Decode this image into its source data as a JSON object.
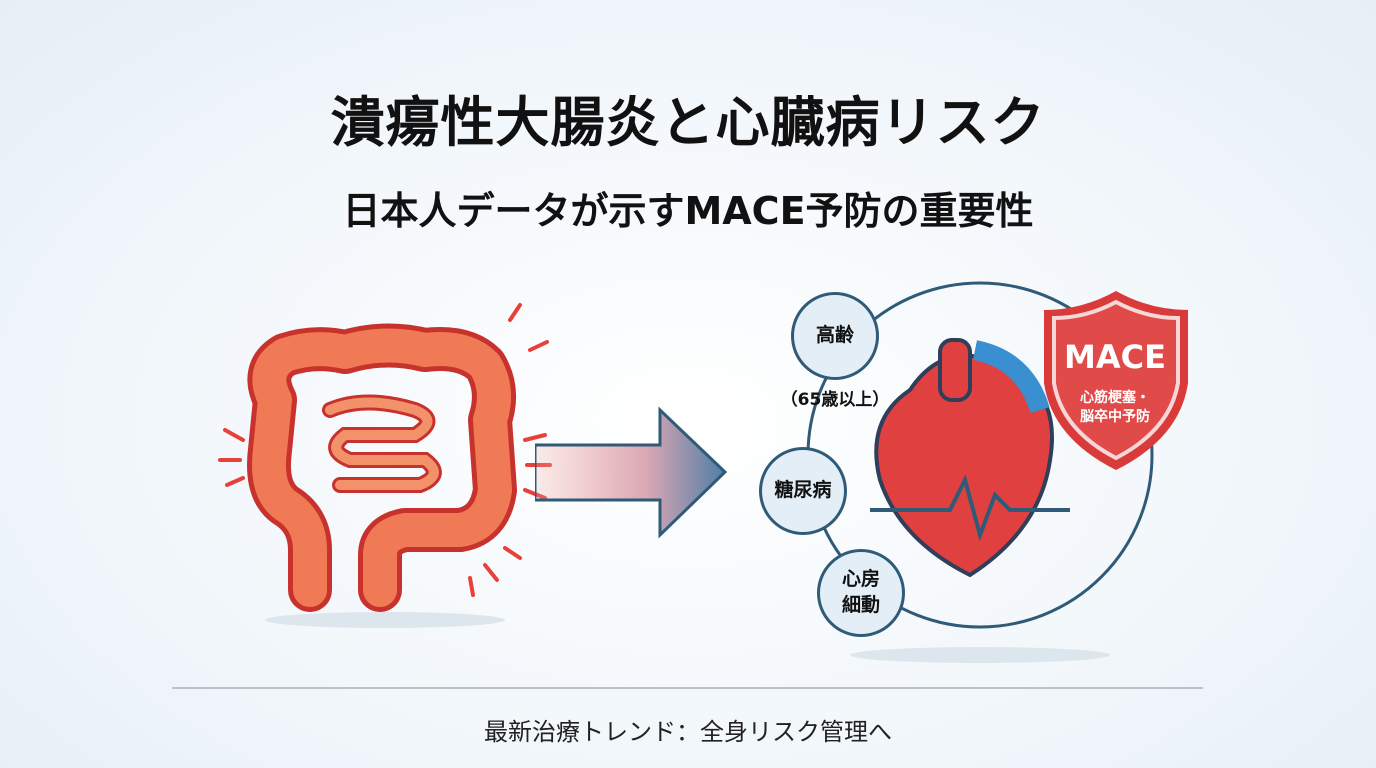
{
  "header": {
    "title": "潰瘍性大腸炎と心臓病リスク",
    "subtitle": "日本人データが示すMACE予防の重要性"
  },
  "risk_factors": [
    {
      "label": "高齢",
      "note": "（65歳以上）"
    },
    {
      "label": "糖尿病"
    },
    {
      "label": "心房細動",
      "line1": "心房",
      "line2": "細動"
    }
  ],
  "shield": {
    "title": "MACE",
    "line1": "心筋梗塞・",
    "line2": "脳卒中予防"
  },
  "footer": {
    "text": "最新治療トレンド：全身リスク管理へ"
  },
  "colors": {
    "red": "#e0403f",
    "navy": "#2f5a78",
    "arrow_blue": "#4f7ea6"
  }
}
